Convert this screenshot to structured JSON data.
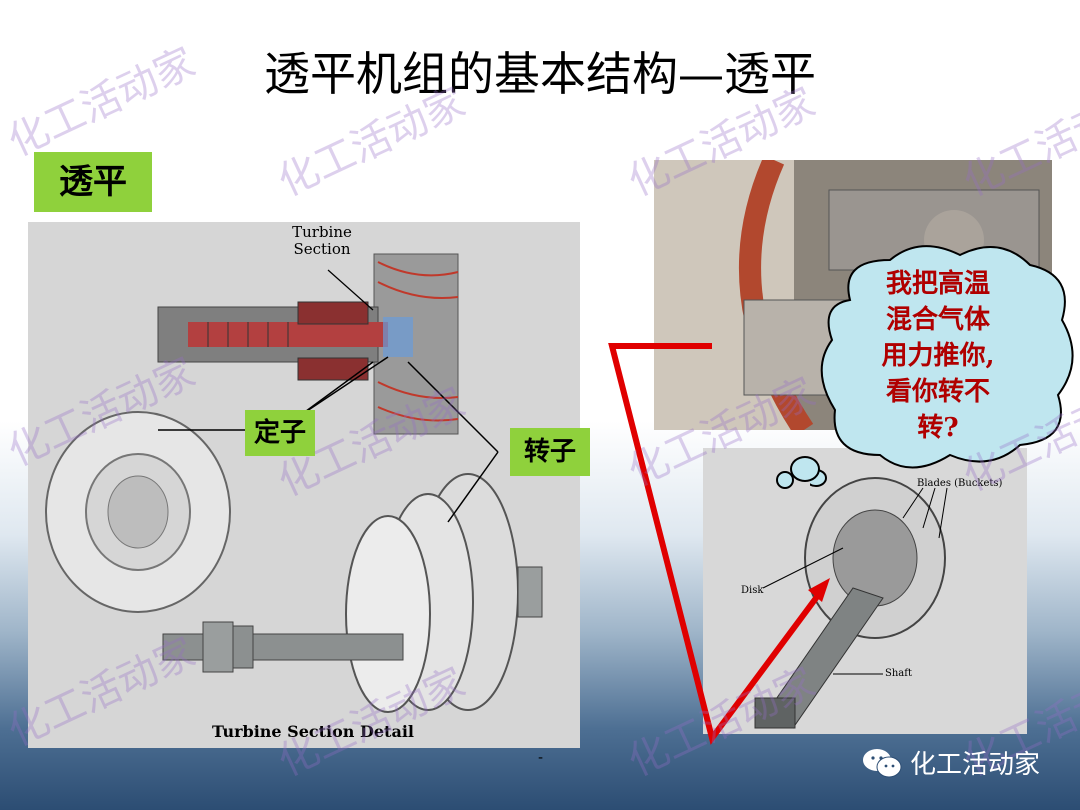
{
  "title": "透平机组的基本结构—透平",
  "section_tag": "透平",
  "diagram_left": {
    "turbine_section_label": "Turbine\nSection",
    "stator_label": "定子",
    "rotor_label": "转子",
    "caption": "Turbine Section Detail",
    "dash": "-"
  },
  "diagram_right": {
    "blades_label": "Blades (Buckets)",
    "disk_label": "Disk",
    "shaft_label": "Shaft"
  },
  "speech_bubble": {
    "lines": [
      "我把高温",
      "混合气体",
      "用力推你,",
      "看你转不",
      "转?"
    ]
  },
  "watermark_text": "化工活动家",
  "footer": {
    "brand": "化工活动家"
  },
  "colors": {
    "tag_green": "#8fd13c",
    "arrow_red": "#e00000",
    "bubble_fill": "#bfe6ef",
    "bubble_text": "#b00000"
  }
}
